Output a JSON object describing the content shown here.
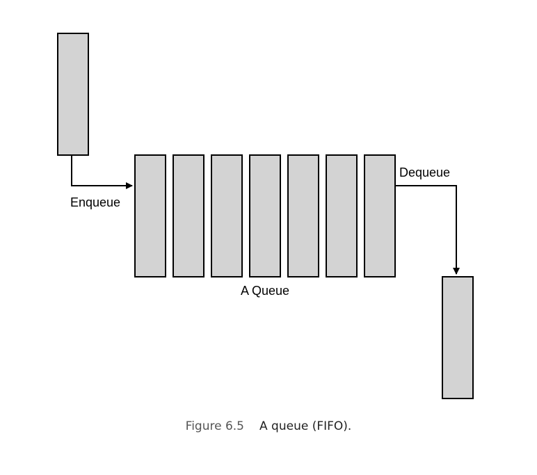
{
  "colors": {
    "box_fill": "#d3d3d3",
    "stroke": "#000000",
    "caption_number": "#555555"
  },
  "diagram": {
    "enqueue_label": "Enqueue",
    "dequeue_label": "Dequeue",
    "queue_label": "A Queue",
    "queue_slot_count": 7
  },
  "caption": {
    "number": "Figure 6.5",
    "text": "A queue (FIFO)."
  }
}
